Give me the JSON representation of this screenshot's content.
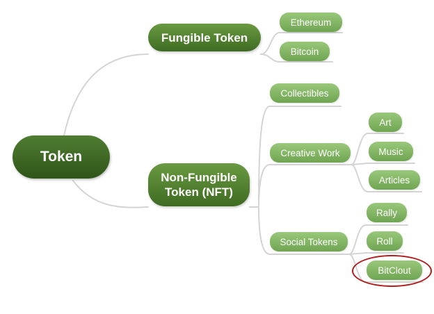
{
  "mindmap": {
    "root": {
      "label": "Token"
    },
    "fungible": {
      "label": "Fungible Token",
      "children": [
        "Ethereum",
        "Bitcoin"
      ]
    },
    "non_fungible": {
      "label": "Non-Fungible Token (NFT)",
      "groups": [
        {
          "label": "Collectibles",
          "children": []
        },
        {
          "label": "Creative Work",
          "children": [
            "Art",
            "Music",
            "Articles"
          ]
        },
        {
          "label": "Social Tokens",
          "children": [
            "Rally",
            "Roll",
            "BitClout"
          ]
        }
      ]
    },
    "highlighted": "BitClout"
  },
  "colors": {
    "root": "#3a6322",
    "main_branch": "#4f8030",
    "sub_node": "#84b866",
    "connector": "#d4d4d4",
    "highlight_ring": "#b01c1c"
  }
}
